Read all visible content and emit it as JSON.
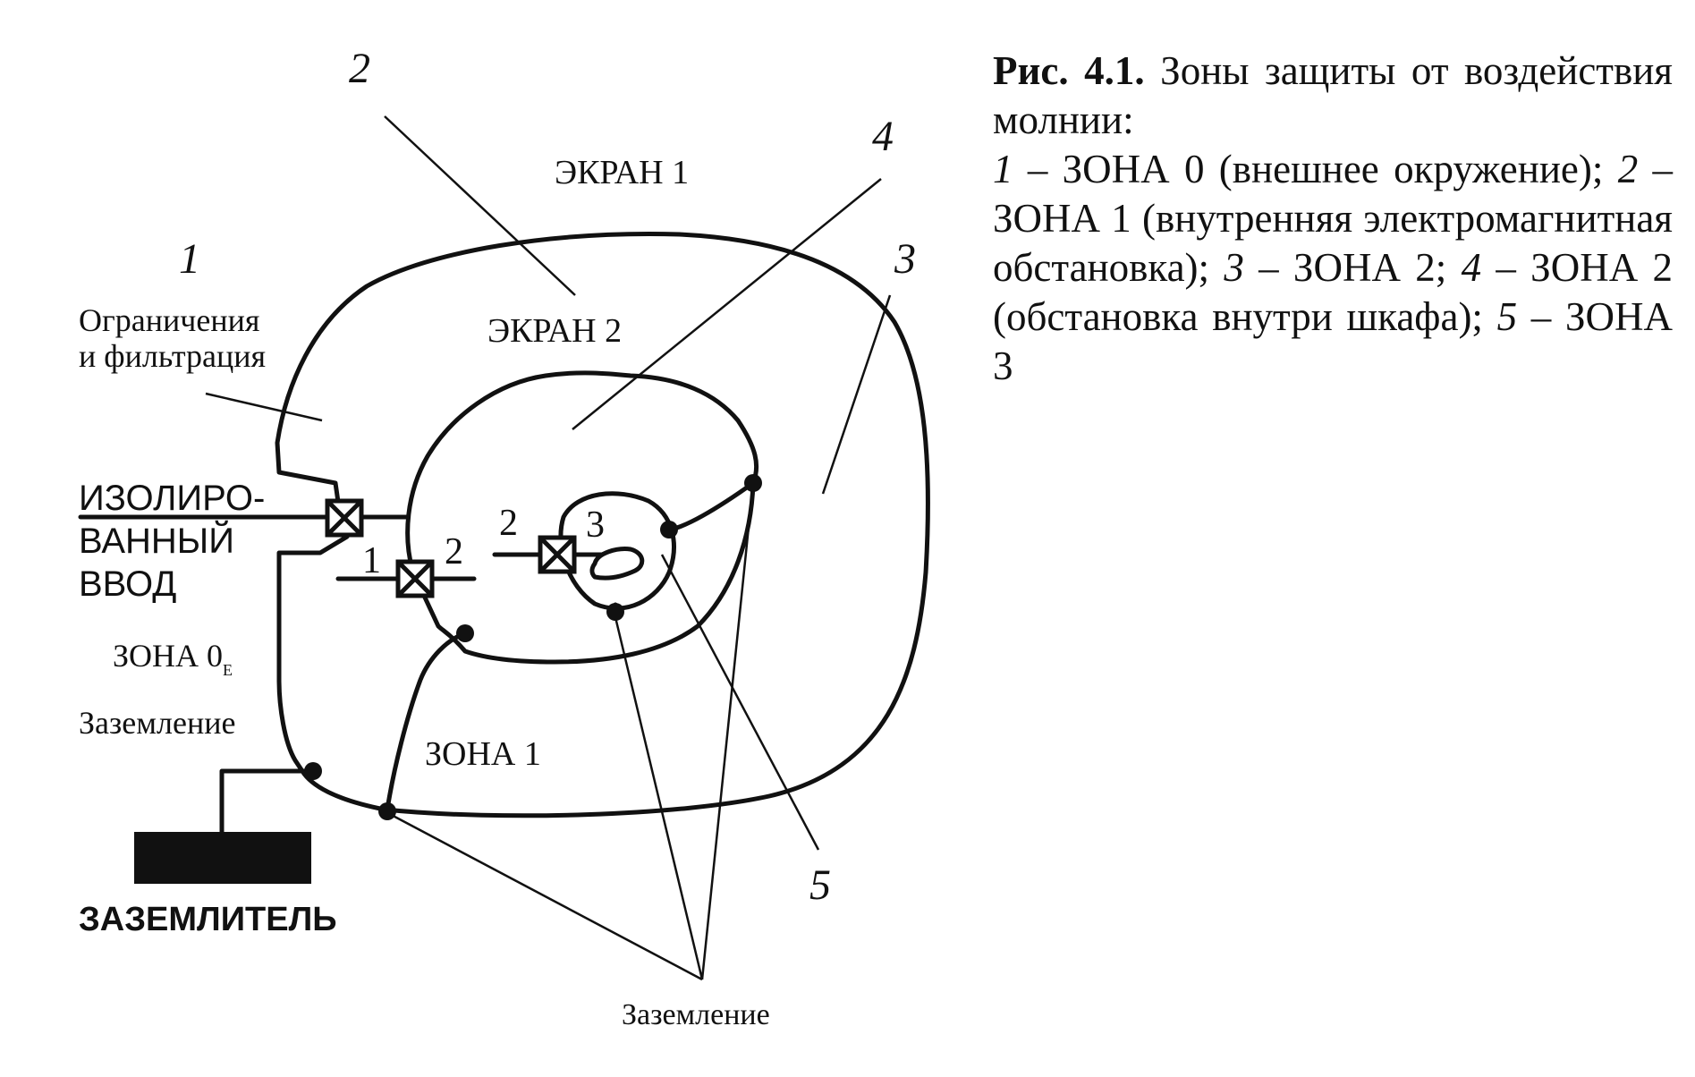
{
  "labels": {
    "num_1": "1",
    "num_2": "2",
    "num_3": "3",
    "num_4": "4",
    "num_5": "5",
    "screen_1": "ЭКРАН 1",
    "screen_2": "ЭКРАН 2",
    "limits_line1": "Ограничения",
    "limits_line2": "и фильтрация",
    "isolated_line1": "ИЗОЛИРО-",
    "isolated_line2": "ВАННЫЙ",
    "isolated_line3": "ВВОД",
    "zone_0e_main": "ЗОНА 0",
    "zone_0e_sub": "E",
    "grounding_left": "Заземление",
    "grounding_bottom": "Заземление",
    "zone_1": "ЗОНА 1",
    "ground_electrode": "ЗАЗЕМЛИТЕЛЬ",
    "port_1": "1",
    "port_2_inner": "2",
    "port_2": "2",
    "port_3": "3"
  },
  "caption": {
    "title": "Рис. 4.1.",
    "title_rest": " Зоны защиты от воздействия молнии:",
    "items": [
      {
        "num": "1",
        "text": " – ЗОНА 0 (внешнее окружение); "
      },
      {
        "num": "2",
        "text": " – ЗОНА 1 (внутренняя электромагнитная обстановка); "
      },
      {
        "num": "3",
        "text": " – ЗОНА 2; "
      },
      {
        "num": "4",
        "text": " – ЗОНА 2 (обстановка внутри шкафа); "
      },
      {
        "num": "5",
        "text": " – ЗОНА 3"
      }
    ]
  },
  "colors": {
    "ink": "#111111",
    "background": "#ffffff"
  }
}
